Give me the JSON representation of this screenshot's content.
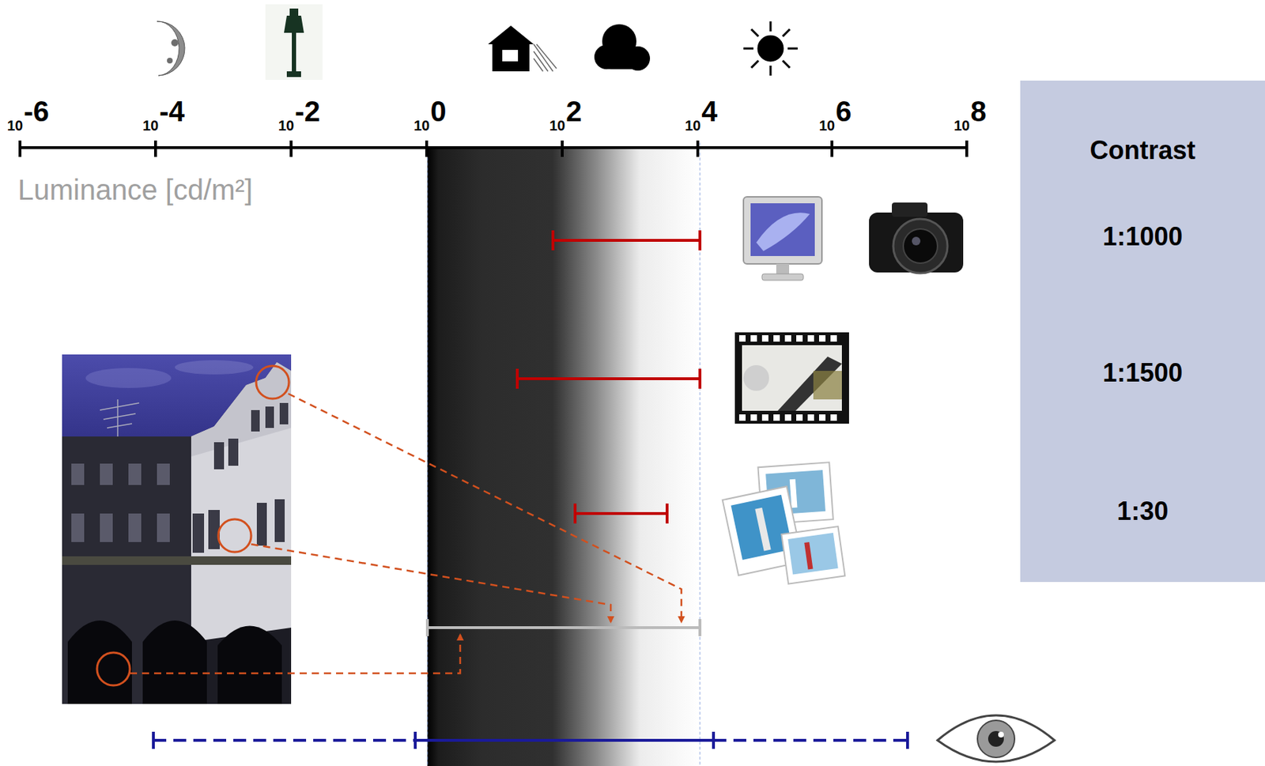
{
  "diagram": {
    "nodes": [
      {
        "text": [
          "Contrast",
          "1:1000",
          "1:1500",
          "1:30"
        ]
      }
    ],
    "labels": [
      "10",
      "-6",
      "10",
      "-4",
      "10",
      "-2",
      "10",
      "0",
      "10",
      "2",
      "10",
      "4",
      "10",
      "6",
      "10",
      "8",
      "Luminance [cd/m²]"
    ]
  }
}
